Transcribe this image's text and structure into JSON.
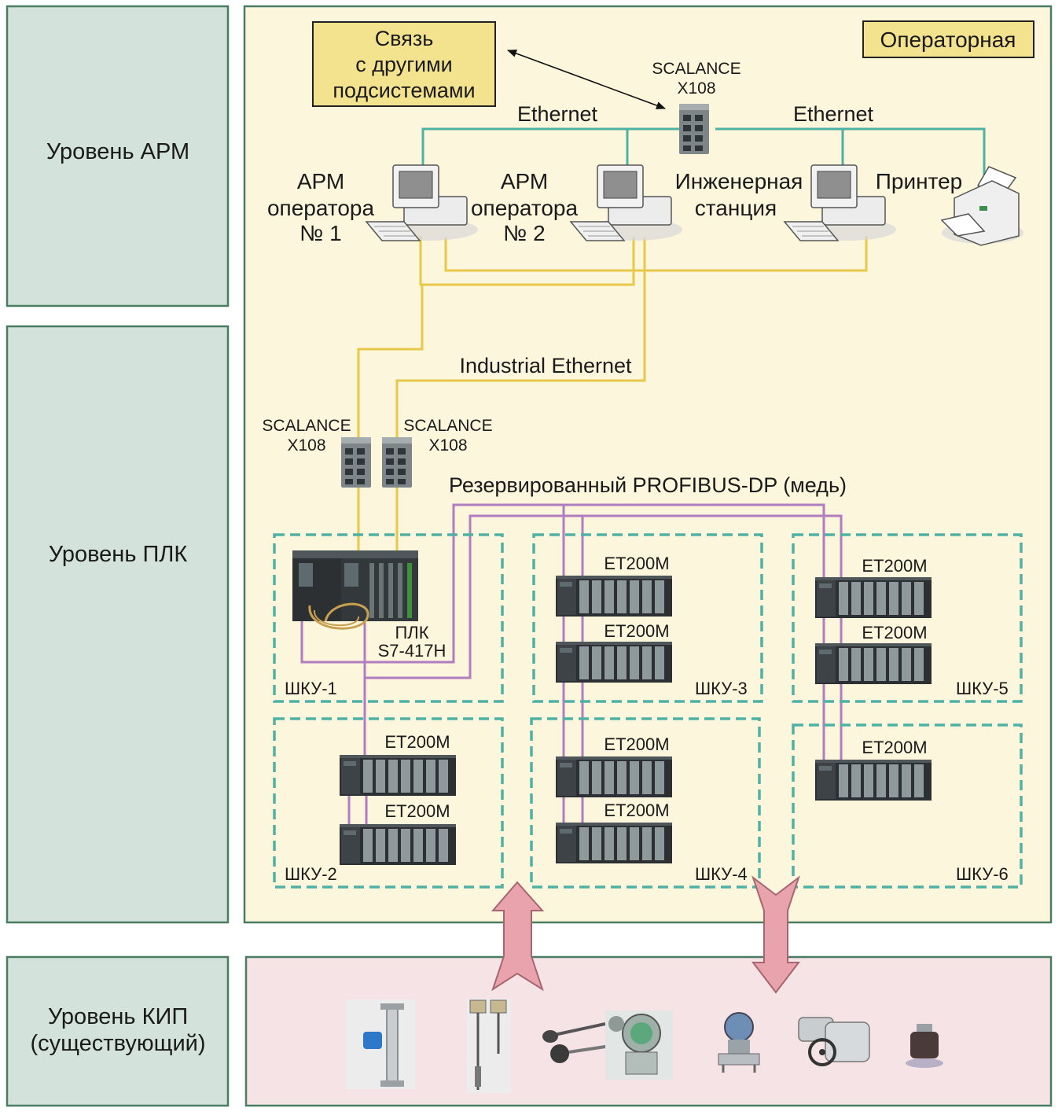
{
  "levels": {
    "arm": "Уровень АРМ",
    "plc": "Уровень ПЛК",
    "kip_line1": "Уровень КИП",
    "kip_line2": "(существующий)"
  },
  "operator_room_label": "Операторная",
  "external_link": {
    "line1": "Связь",
    "line2": "с другими",
    "line3": "подсистемами"
  },
  "network": {
    "ethernet_left": "Ethernet",
    "ethernet_right": "Ethernet",
    "industrial_ethernet": "Industrial Ethernet",
    "profibus": "Резервированный PROFIBUS-DP (медь)"
  },
  "switches": {
    "top": {
      "line1": "SCALANCE",
      "line2": "X108"
    },
    "left": {
      "line1": "SCALANCE",
      "line2": "X108"
    },
    "right": {
      "line1": "SCALANCE",
      "line2": "X108"
    }
  },
  "workstations": {
    "op1": {
      "line1": "АРМ",
      "line2": "оператора",
      "line3": "№ 1"
    },
    "op2": {
      "line1": "АРМ",
      "line2": "оператора",
      "line3": "№ 2"
    },
    "eng": {
      "line1": "Инженерная",
      "line2": "станция"
    },
    "printer": "Принтер"
  },
  "plc": {
    "line1": "ПЛК",
    "line2": "S7-417H"
  },
  "cabinets": {
    "shku1": {
      "label": "ШКУ-1"
    },
    "shku2": {
      "label": "ШКУ-2",
      "modules": [
        "ET200M",
        "ET200M"
      ]
    },
    "shku3": {
      "label": "ШКУ-3",
      "modules": [
        "ET200M",
        "ET200M"
      ]
    },
    "shku4": {
      "label": "ШКУ-4",
      "modules": [
        "ET200M",
        "ET200M"
      ]
    },
    "shku5": {
      "label": "ШКУ-5",
      "modules": [
        "ET200M",
        "ET200M"
      ]
    },
    "shku6": {
      "label": "ШКУ-6",
      "modules": [
        "ET200M"
      ]
    }
  },
  "colors": {
    "level_fill": "#d3e3dc",
    "level_border": "#4a7c62",
    "operator_fill": "#fcf6dc",
    "kip_fill": "#f5e3e5",
    "label_box_fill": "#f3e38f",
    "ethernet_line": "#4fb0a4",
    "industrial_line": "#e8c84a",
    "profibus_line": "#b27cc0",
    "cabinet_dash": "#4fb0a4",
    "arrow_fill": "#e8a3ac",
    "arrow_stroke": "#a7666f"
  }
}
